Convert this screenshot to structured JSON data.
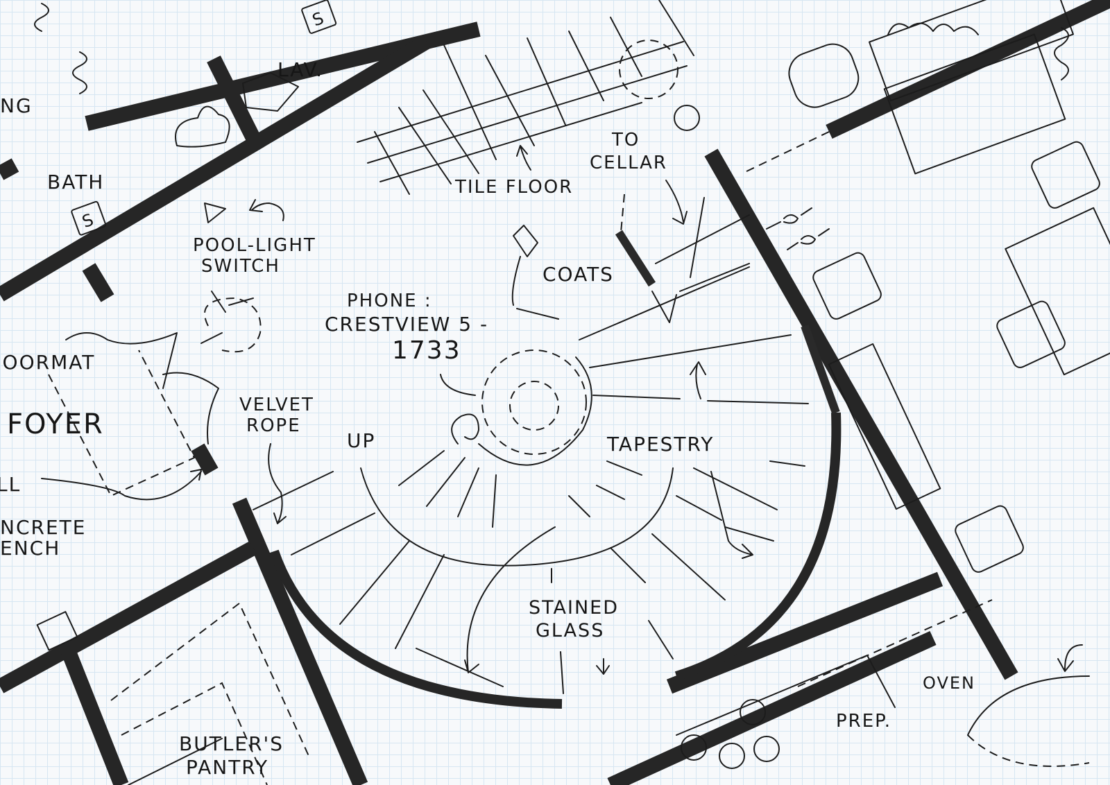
{
  "labels": {
    "ng": "NG",
    "lav": "LAV.",
    "bath": "BATH",
    "switch_mark_1": "S",
    "switch_mark_2": "S",
    "tile_floor": "TILE FLOOR",
    "to_cellar_1": "TO",
    "to_cellar_2": "CELLAR",
    "pool_light_1": "POOL-LIGHT",
    "pool_light_2": "SWITCH",
    "coats": "COATS",
    "phone_1": "PHONE :",
    "phone_2": "CRESTVIEW 5 -",
    "phone_3": "1733",
    "doormat": "DOORMAT",
    "foyer": "FOYER",
    "velvet_1": "VELVET",
    "velvet_2": "ROPE",
    "up": "UP",
    "tapestry": "TAPESTRY",
    "ll": "LL",
    "concrete_1": "NCRETE",
    "concrete_2": "ENCH",
    "stained_1": "STAINED",
    "stained_2": "GLASS",
    "butler_1": "BUTLER'S",
    "butler_2": "PANTRY",
    "prep": "PREP.",
    "oven": "OVEN"
  }
}
